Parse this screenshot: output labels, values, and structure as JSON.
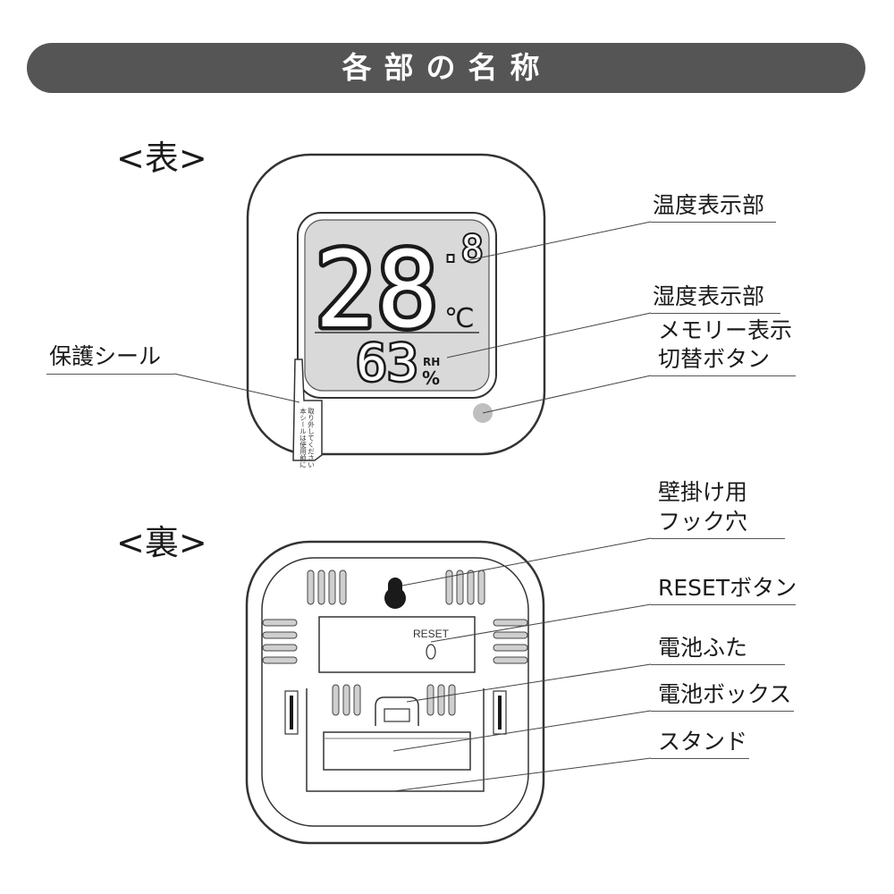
{
  "header": {
    "title": "各部の名称"
  },
  "front": {
    "label": "<表>",
    "display": {
      "temp_main": "28",
      "temp_decimal": ".8",
      "temp_unit": "℃",
      "humidity": "63",
      "rh": "RH",
      "percent": "%"
    },
    "seal_text": [
      "本シールは使用前に",
      "取り外してください"
    ]
  },
  "back": {
    "label": "<裏>",
    "reset_text": "RESET"
  },
  "callouts": {
    "temp_display": "温度表示部",
    "humidity_display": "湿度表示部",
    "memory_button_line1": "メモリー表示",
    "memory_button_line2": "切替ボタン",
    "protective_seal": "保護シール",
    "hook_hole_line1": "壁掛け用",
    "hook_hole_line2": "フック穴",
    "reset_button": "RESETボタン",
    "battery_cover": "電池ふた",
    "battery_box": "電池ボックス",
    "stand": "スタンド"
  },
  "colors": {
    "banner": "#555555",
    "lcd": "#d9d9d9",
    "device_outline": "#333333",
    "button": "#bfbfbf"
  }
}
